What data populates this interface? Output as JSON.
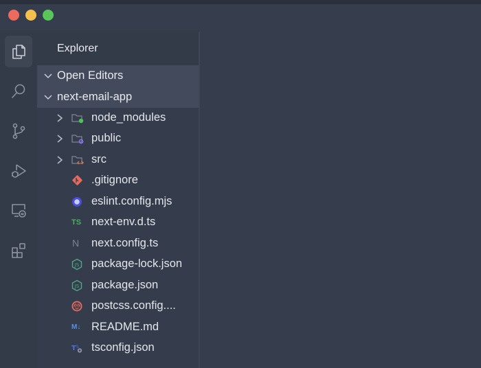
{
  "window": {
    "traffic_lights": [
      "close",
      "minimize",
      "maximize"
    ],
    "colors": {
      "close": "#ec6a5e",
      "minimize": "#f4c04e",
      "maximize": "#5ac558"
    }
  },
  "activity_bar": {
    "items": [
      {
        "id": "explorer",
        "icon": "files-icon",
        "active": true
      },
      {
        "id": "search",
        "icon": "search-icon",
        "active": false
      },
      {
        "id": "source-control",
        "icon": "source-control-icon",
        "active": false
      },
      {
        "id": "run-debug",
        "icon": "run-debug-icon",
        "active": false
      },
      {
        "id": "remote-explorer",
        "icon": "remote-explorer-icon",
        "active": false
      },
      {
        "id": "extensions",
        "icon": "extensions-icon",
        "active": false
      }
    ]
  },
  "sidebar": {
    "title": "Explorer",
    "sections": [
      {
        "label": "Open Editors",
        "expanded": true
      },
      {
        "label": "next-email-app",
        "expanded": true
      }
    ],
    "tree": [
      {
        "name": "node_modules",
        "type": "folder",
        "icon": "folder-node-icon",
        "badge_color": "#4cc35a"
      },
      {
        "name": "public",
        "type": "folder",
        "icon": "folder-public-icon",
        "badge_color": "#8b6cf0"
      },
      {
        "name": "src",
        "type": "folder",
        "icon": "folder-src-icon",
        "badge_color": "#e0713a"
      },
      {
        "name": ".gitignore",
        "type": "file",
        "icon": "git-icon",
        "color": "#e56b5d"
      },
      {
        "name": "eslint.config.mjs",
        "type": "file",
        "icon": "eslint-icon",
        "color": "#6064e8"
      },
      {
        "name": "next-env.d.ts",
        "type": "file",
        "icon": "typescript-icon",
        "icon_text": "TS",
        "color": "#4bb062"
      },
      {
        "name": "next.config.ts",
        "type": "file",
        "icon": "next-icon",
        "icon_text": "N",
        "color": "#8a90a0"
      },
      {
        "name": "package-lock.json",
        "type": "file",
        "icon": "nodejs-icon",
        "color": "#4ea88a"
      },
      {
        "name": "package.json",
        "type": "file",
        "icon": "nodejs-icon",
        "color": "#4ea88a"
      },
      {
        "name": "postcss.config....",
        "type": "file",
        "icon": "postcss-icon",
        "color": "#e56b5d"
      },
      {
        "name": "README.md",
        "type": "file",
        "icon": "markdown-icon",
        "icon_text": "M↓",
        "color": "#5b8fe6"
      },
      {
        "name": "tsconfig.json",
        "type": "file",
        "icon": "tsconfig-icon",
        "icon_text": "TS",
        "color": "#4f6ee6"
      }
    ]
  }
}
